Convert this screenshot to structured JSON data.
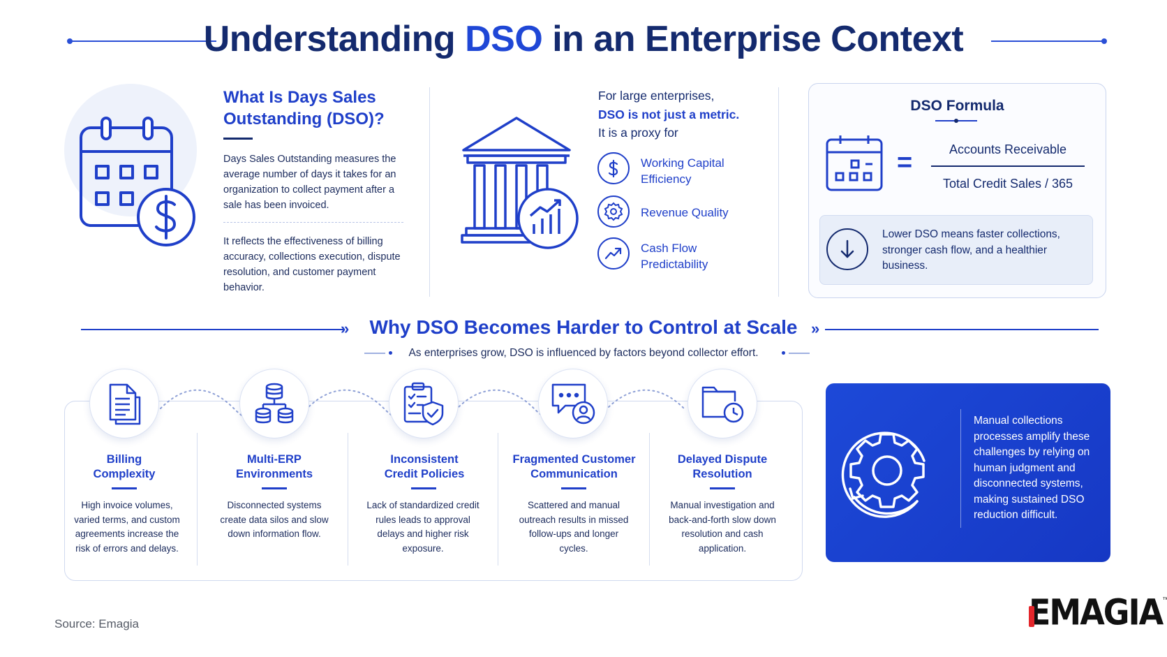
{
  "title": {
    "part1": "Understanding ",
    "accent": "DSO",
    "part2": " in an Enterprise Context"
  },
  "what_is": {
    "heading": "What Is Days Sales Outstanding (DSO)?",
    "para1": "Days Sales Outstanding measures the average number of days it takes for an organization to collect payment after a sale has been invoiced.",
    "para2": "It reflects the effectiveness of billing accuracy, collections execution, dispute resolution, and customer payment behavior."
  },
  "proxy": {
    "line1": "For large enterprises,",
    "line2": "DSO is not just a metric.",
    "line3": "It is a proxy for",
    "items": [
      {
        "label": "Working Capital Efficiency",
        "icon": "dollar-icon"
      },
      {
        "label": "Revenue Quality",
        "icon": "award-badge-icon"
      },
      {
        "label": "Cash Flow Predictability",
        "icon": "trend-up-icon"
      }
    ]
  },
  "formula": {
    "heading": "DSO Formula",
    "numerator": "Accounts Receivable",
    "denominator": "Total Credit Sales / 365",
    "equals": "=",
    "note": "Lower DSO means faster collections, stronger cash flow, and a healthier business."
  },
  "scale": {
    "heading": "Why DSO Becomes Harder to Control at Scale",
    "subheading": "As enterprises grow, DSO is influenced by factors beyond collector effort.",
    "factors": [
      {
        "title": "Billing Complexity",
        "body": "High invoice volumes, varied terms, and custom agreements increase the risk of errors and delays.",
        "icon": "document-stack-icon"
      },
      {
        "title": "Multi-ERP Environments",
        "body": "Disconnected systems create data silos and slow down information flow.",
        "icon": "database-network-icon"
      },
      {
        "title": "Inconsistent Credit Policies",
        "body": "Lack of standardized credit rules leads to approval delays and higher risk exposure.",
        "icon": "checklist-shield-icon"
      },
      {
        "title": "Fragmented Customer Communication",
        "body": "Scattered and manual outreach results in missed follow-ups and longer cycles.",
        "icon": "chat-user-icon"
      },
      {
        "title": "Delayed Dispute Resolution",
        "body": "Manual investigation and back-and-forth slow down resolution and cash application.",
        "icon": "folder-clock-icon"
      }
    ]
  },
  "manual_card": {
    "text": "Manual collections processes amplify these challenges by relying on human judgment and disconnected systems, making sustained DSO reduction difficult."
  },
  "source": "Source: Emagia",
  "logo": {
    "text": "EMAGIA",
    "tm": "™"
  },
  "colors": {
    "navy": "#142a6e",
    "accent": "#1f47d6",
    "card_blue": "#1d49d8",
    "logo_red": "#e3262b"
  }
}
